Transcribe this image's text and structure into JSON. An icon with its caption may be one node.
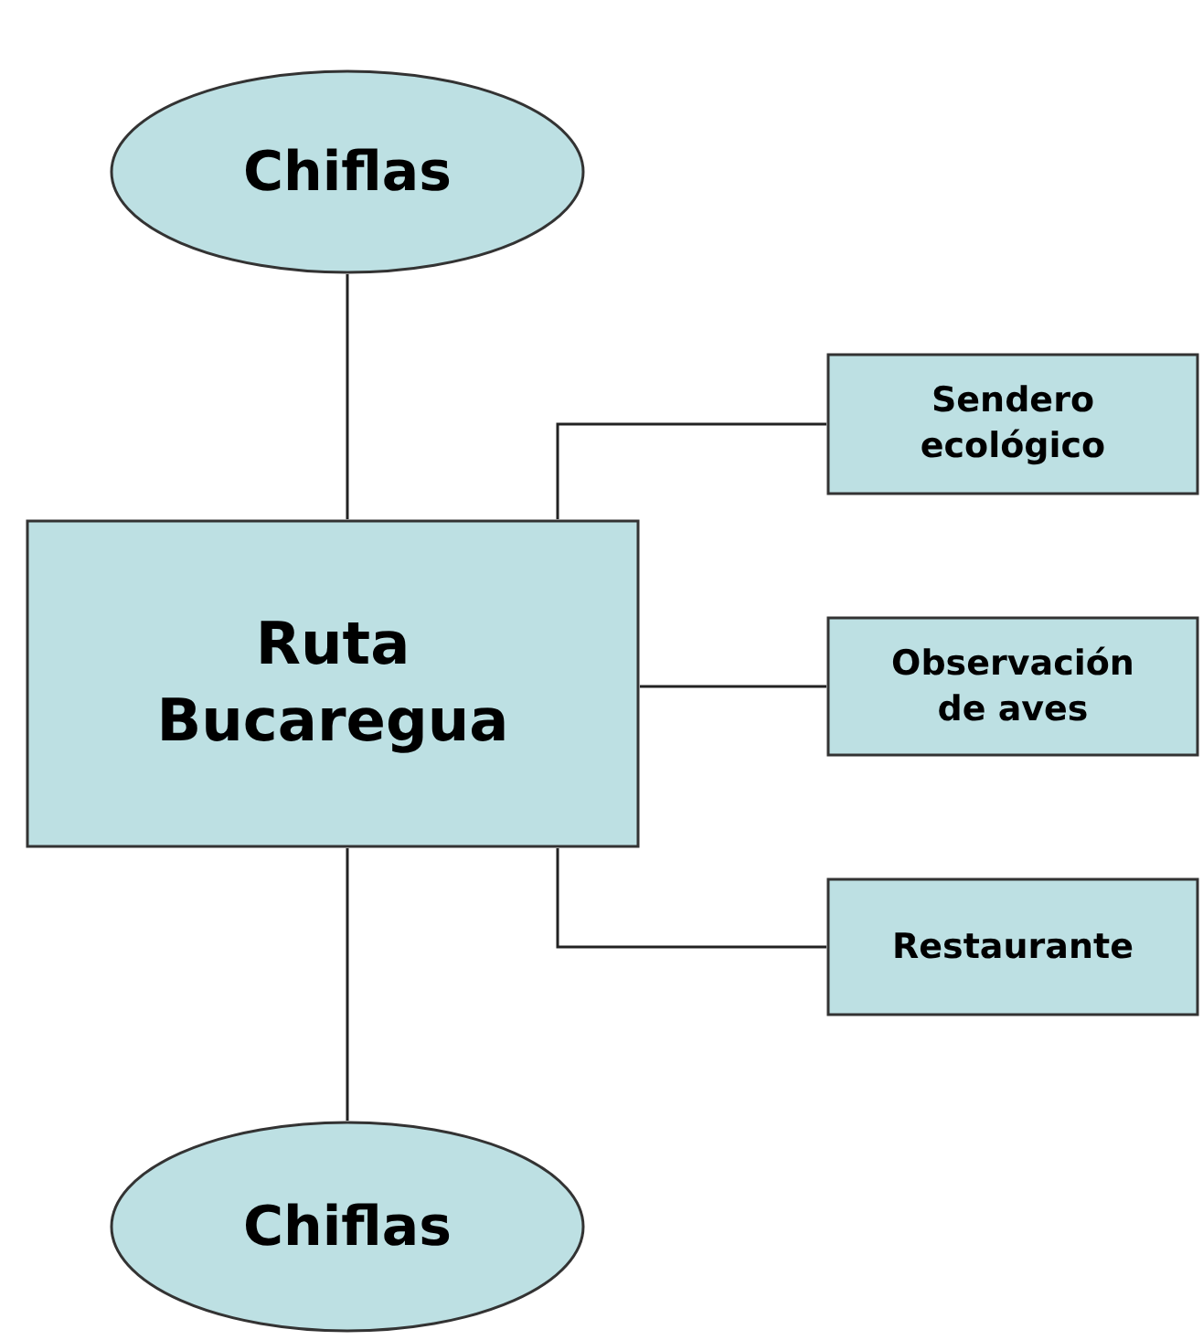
{
  "diagram": {
    "nodes": [
      {
        "text": [
          "Chiflas"
        ]
      },
      {
        "text": [
          "Ruta Bucaregua"
        ]
      },
      {
        "text": [
          "Sendero ecológico"
        ]
      },
      {
        "text": [
          "Observación de aves"
        ]
      },
      {
        "text": [
          "Restaurante"
        ]
      },
      {
        "text": [
          "Chiflas"
        ]
      }
    ],
    "edges": [
      {
        "from": 0,
        "to": 1,
        "arrow": "none"
      },
      {
        "from": 1,
        "to": 2,
        "arrow": "none"
      },
      {
        "from": 1,
        "to": 3,
        "arrow": "none"
      },
      {
        "from": 1,
        "to": 4,
        "arrow": "none"
      },
      {
        "from": 1,
        "to": 5,
        "arrow": "none"
      }
    ]
  }
}
